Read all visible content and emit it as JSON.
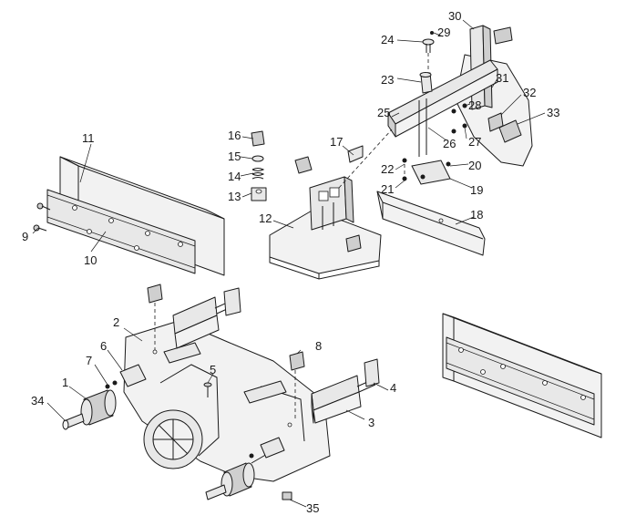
{
  "callouts": [
    {
      "id": "1",
      "text": "1"
    },
    {
      "id": "2",
      "text": "2"
    },
    {
      "id": "3",
      "text": "3"
    },
    {
      "id": "4",
      "text": "4"
    },
    {
      "id": "5",
      "text": "5"
    },
    {
      "id": "6",
      "text": "6"
    },
    {
      "id": "7",
      "text": "7"
    },
    {
      "id": "8",
      "text": "8"
    },
    {
      "id": "9",
      "text": "9"
    },
    {
      "id": "10",
      "text": "10"
    },
    {
      "id": "11",
      "text": "11"
    },
    {
      "id": "12",
      "text": "12"
    },
    {
      "id": "13",
      "text": "13"
    },
    {
      "id": "14",
      "text": "14"
    },
    {
      "id": "15",
      "text": "15"
    },
    {
      "id": "16",
      "text": "16"
    },
    {
      "id": "17",
      "text": "17"
    },
    {
      "id": "18",
      "text": "18"
    },
    {
      "id": "19",
      "text": "19"
    },
    {
      "id": "20",
      "text": "20"
    },
    {
      "id": "21",
      "text": "21"
    },
    {
      "id": "22",
      "text": "22"
    },
    {
      "id": "23",
      "text": "23"
    },
    {
      "id": "24",
      "text": "24"
    },
    {
      "id": "25",
      "text": "25"
    },
    {
      "id": "26",
      "text": "26"
    },
    {
      "id": "27",
      "text": "27"
    },
    {
      "id": "28",
      "text": "28"
    },
    {
      "id": "29",
      "text": "29"
    },
    {
      "id": "30",
      "text": "30"
    },
    {
      "id": "31",
      "text": "31"
    },
    {
      "id": "32",
      "text": "32"
    },
    {
      "id": "33",
      "text": "33"
    },
    {
      "id": "34",
      "text": "34"
    },
    {
      "id": "35",
      "text": "35"
    }
  ]
}
